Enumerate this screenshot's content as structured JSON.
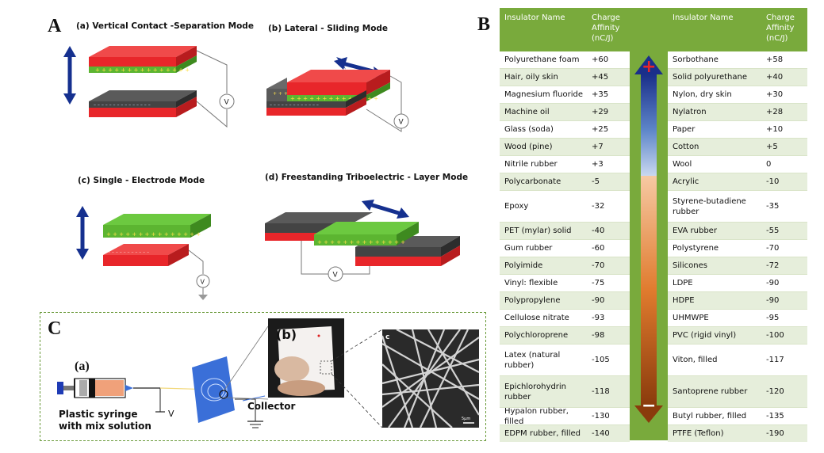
{
  "panel_a": {
    "letter": "A",
    "modes": [
      {
        "id": "a",
        "title": "(a)  Vertical Contact -Separation Mode"
      },
      {
        "id": "b",
        "title": "(b)   Lateral - Sliding Mode"
      },
      {
        "id": "c",
        "title": "(c)    Single - Electrode Mode"
      },
      {
        "id": "d",
        "title": "(d) Freestanding Triboelectric - Layer Mode"
      }
    ],
    "voltmeter_symbol": "V"
  },
  "panel_b": {
    "letter": "B",
    "headers": {
      "name_left": "Insulator Name",
      "charge_left": "Charge Affinity (nC/J)",
      "name_right": "Insulator Name",
      "charge_right": "Charge Affinity (nC/J)"
    },
    "rows": [
      {
        "l_name": "Polyurethane foam",
        "l_val": "+60",
        "r_name": "Sorbothane",
        "r_val": "+58"
      },
      {
        "l_name": "Hair, oily skin",
        "l_val": "+45",
        "r_name": "Solid polyurethane",
        "r_val": "+40"
      },
      {
        "l_name": "Magnesium fluoride",
        "l_val": "+35",
        "r_name": "Nylon, dry skin",
        "r_val": "+30"
      },
      {
        "l_name": "Machine oil",
        "l_val": "+29",
        "r_name": "Nylatron",
        "r_val": "+28"
      },
      {
        "l_name": "Glass (soda)",
        "l_val": "+25",
        "r_name": "Paper",
        "r_val": "+10"
      },
      {
        "l_name": "Wood (pine)",
        "l_val": "+7",
        "r_name": "Cotton",
        "r_val": "+5"
      },
      {
        "l_name": "Nitrile rubber",
        "l_val": "+3",
        "r_name": "Wool",
        "r_val": "0"
      },
      {
        "l_name": "Polycarbonate",
        "l_val": "-5",
        "r_name": "Acrylic",
        "r_val": "-10"
      },
      {
        "l_name": "Epoxy",
        "l_val": "-32",
        "r_name": "Styrene-butadiene rubber",
        "r_val": "-35"
      },
      {
        "l_name": "PET (mylar) solid",
        "l_val": "-40",
        "r_name": "EVA rubber",
        "r_val": "-55"
      },
      {
        "l_name": "Gum rubber",
        "l_val": "-60",
        "r_name": "Polystyrene",
        "r_val": "-70"
      },
      {
        "l_name": "Polyimide",
        "l_val": "-70",
        "r_name": "Silicones",
        "r_val": "-72"
      },
      {
        "l_name": "Vinyl: flexible",
        "l_val": "-75",
        "r_name": "LDPE",
        "r_val": "-90"
      },
      {
        "l_name": "Polypropylene",
        "l_val": "-90",
        "r_name": "HDPE",
        "r_val": "-90"
      },
      {
        "l_name": "Cellulose nitrate",
        "l_val": "-93",
        "r_name": "UHMWPE",
        "r_val": "-95"
      },
      {
        "l_name": "Polychloroprene",
        "l_val": "-98",
        "r_name": "PVC (rigid vinyl)",
        "r_val": "-100"
      },
      {
        "l_name": "Latex (natural rubber)",
        "l_val": "-105",
        "r_name": "Viton, filled",
        "r_val": "-117"
      },
      {
        "l_name": "Epichlorohydrin rubber",
        "l_val": "-118",
        "r_name": "Santoprene rubber",
        "r_val": "-120"
      },
      {
        "l_name": "Hypalon rubber, filled",
        "l_val": "-130",
        "r_name": "Butyl rubber, filled",
        "r_val": "-135"
      },
      {
        "l_name": "EDPM rubber, filled",
        "l_val": "-140",
        "r_name": "PTFE (Teflon)",
        "r_val": "-190"
      }
    ],
    "scale_plus": "+",
    "scale_minus": "−"
  },
  "panel_c": {
    "letter": "C",
    "sub_a": "(a)",
    "sub_b": "(b)",
    "sub_c": "c",
    "syringe_label": "Plastic syringe with mix solution",
    "collector_label": "Collector",
    "voltage_label": "V",
    "scale_bar_label": "5μm"
  },
  "colors": {
    "red_layer": "#e8262a",
    "green_layer": "#5cb531",
    "dark_layer": "#4a4a4a",
    "arrow_blue": "#15308f",
    "table_green": "#79aa3c",
    "collector_blue": "#3a6fd8"
  }
}
